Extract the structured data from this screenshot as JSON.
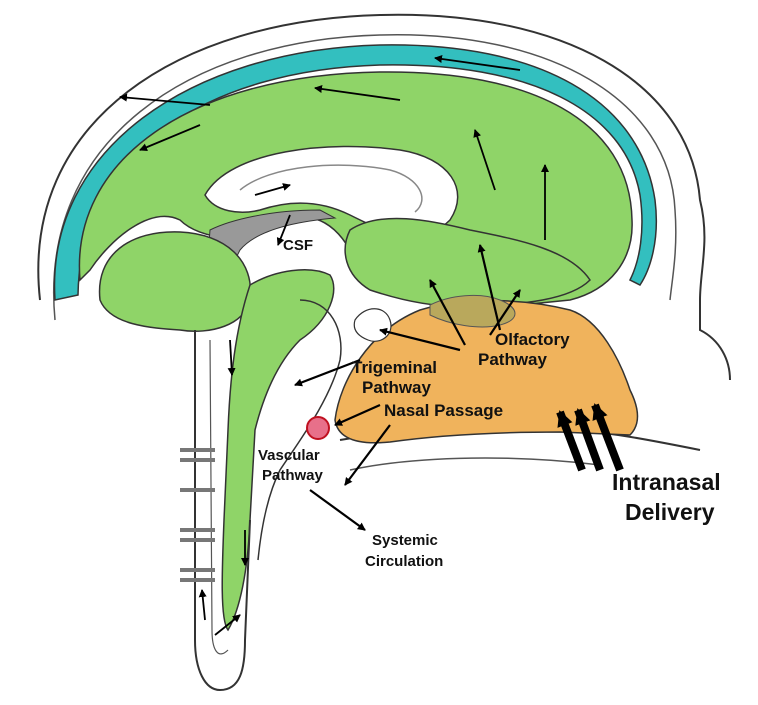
{
  "labels": {
    "csf": "CSF",
    "olfactory_line1": "Olfactory",
    "olfactory_line2": "Pathway",
    "trigeminal_line1": "Trigeminal",
    "trigeminal_line2": "Pathway",
    "nasal_passage": "Nasal Passage",
    "vascular_line1": "Vascular",
    "vascular_line2": "Pathway",
    "systemic_line1": "Systemic",
    "systemic_line2": "Circulation",
    "intranasal_line1": "Intranasal",
    "intranasal_line2": "Delivery"
  },
  "colors": {
    "brain": "#8fd468",
    "csf_layer": "#33bfbf",
    "nasal": "#f0b35c",
    "vascular_dot": "#e8708a",
    "outline": "#333333",
    "arrow": "#000000"
  }
}
